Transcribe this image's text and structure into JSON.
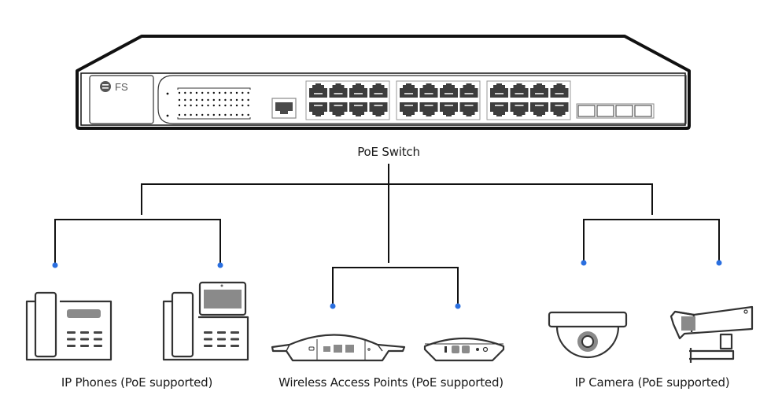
{
  "diagram": {
    "root": {
      "label": "PoE Switch",
      "brand": "FS"
    },
    "groups": [
      {
        "label": "IP Phones (PoE supported)",
        "devices": [
          "ip-phone",
          "ip-phone-with-display"
        ]
      },
      {
        "label": "Wireless Access Points (PoE supported)",
        "devices": [
          "wireless-access-point-large",
          "wireless-access-point-small"
        ]
      },
      {
        "label": "IP Camera (PoE supported)",
        "devices": [
          "dome-camera",
          "bullet-camera"
        ]
      }
    ],
    "colors": {
      "connector": "#111111",
      "endpoint_dot": "#2a6fe0",
      "device_stroke": "#333333",
      "device_fill": "#8a8a8a"
    }
  }
}
